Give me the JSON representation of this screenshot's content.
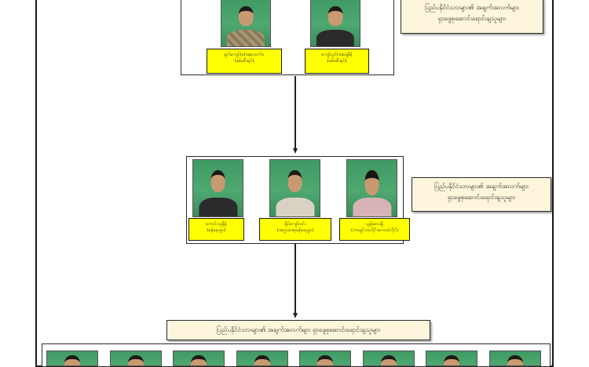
{
  "top_group": {
    "note_lines": [
      "ပြည်ပနိုင်ငံသားများ၏ အချက်အလက်များ",
      "ရှာဖွေစုဆောင်းရောင်းချသူများ"
    ],
    "people": [
      {
        "name": "ရှက်ကျော်(ခ)အလောက်ဝ",
        "alias": "(ခမ်းဆီးရပ်)"
      },
      {
        "name": "ကျော်လွင်(ခ)ရှေ့စိန်",
        "alias": "(ခမ်းဆီးရပ်)"
      }
    ]
  },
  "middle_group": {
    "note_lines": [
      "ပြည်ပနိုင်ငံသားများ၏ အချက်အလက်များ",
      "ရှာဖွေစုဆောင်းရောင်းချသူများ"
    ],
    "people": [
      {
        "name": "ကောင်းသူရှိန်",
        "alias": "(မန်နေထွာ)"
      },
      {
        "name": "ရိုင်ကျော်လင်း",
        "alias": "(အလွှာအော့မန်ရေထွာ)"
      },
      {
        "name": "ယွန်းလေးရှိ",
        "alias": "(ဘာချင်ဘာလိုင်အကားဝဲလိုင်)"
      }
    ]
  },
  "bottom_group": {
    "note": "ပြည်ပနိုင်ငံသားများ၏ အချက်အလက်များ ရှာဖွေစုဆောင်းရောင်းချသူများ",
    "thumbnail_count": 8
  }
}
